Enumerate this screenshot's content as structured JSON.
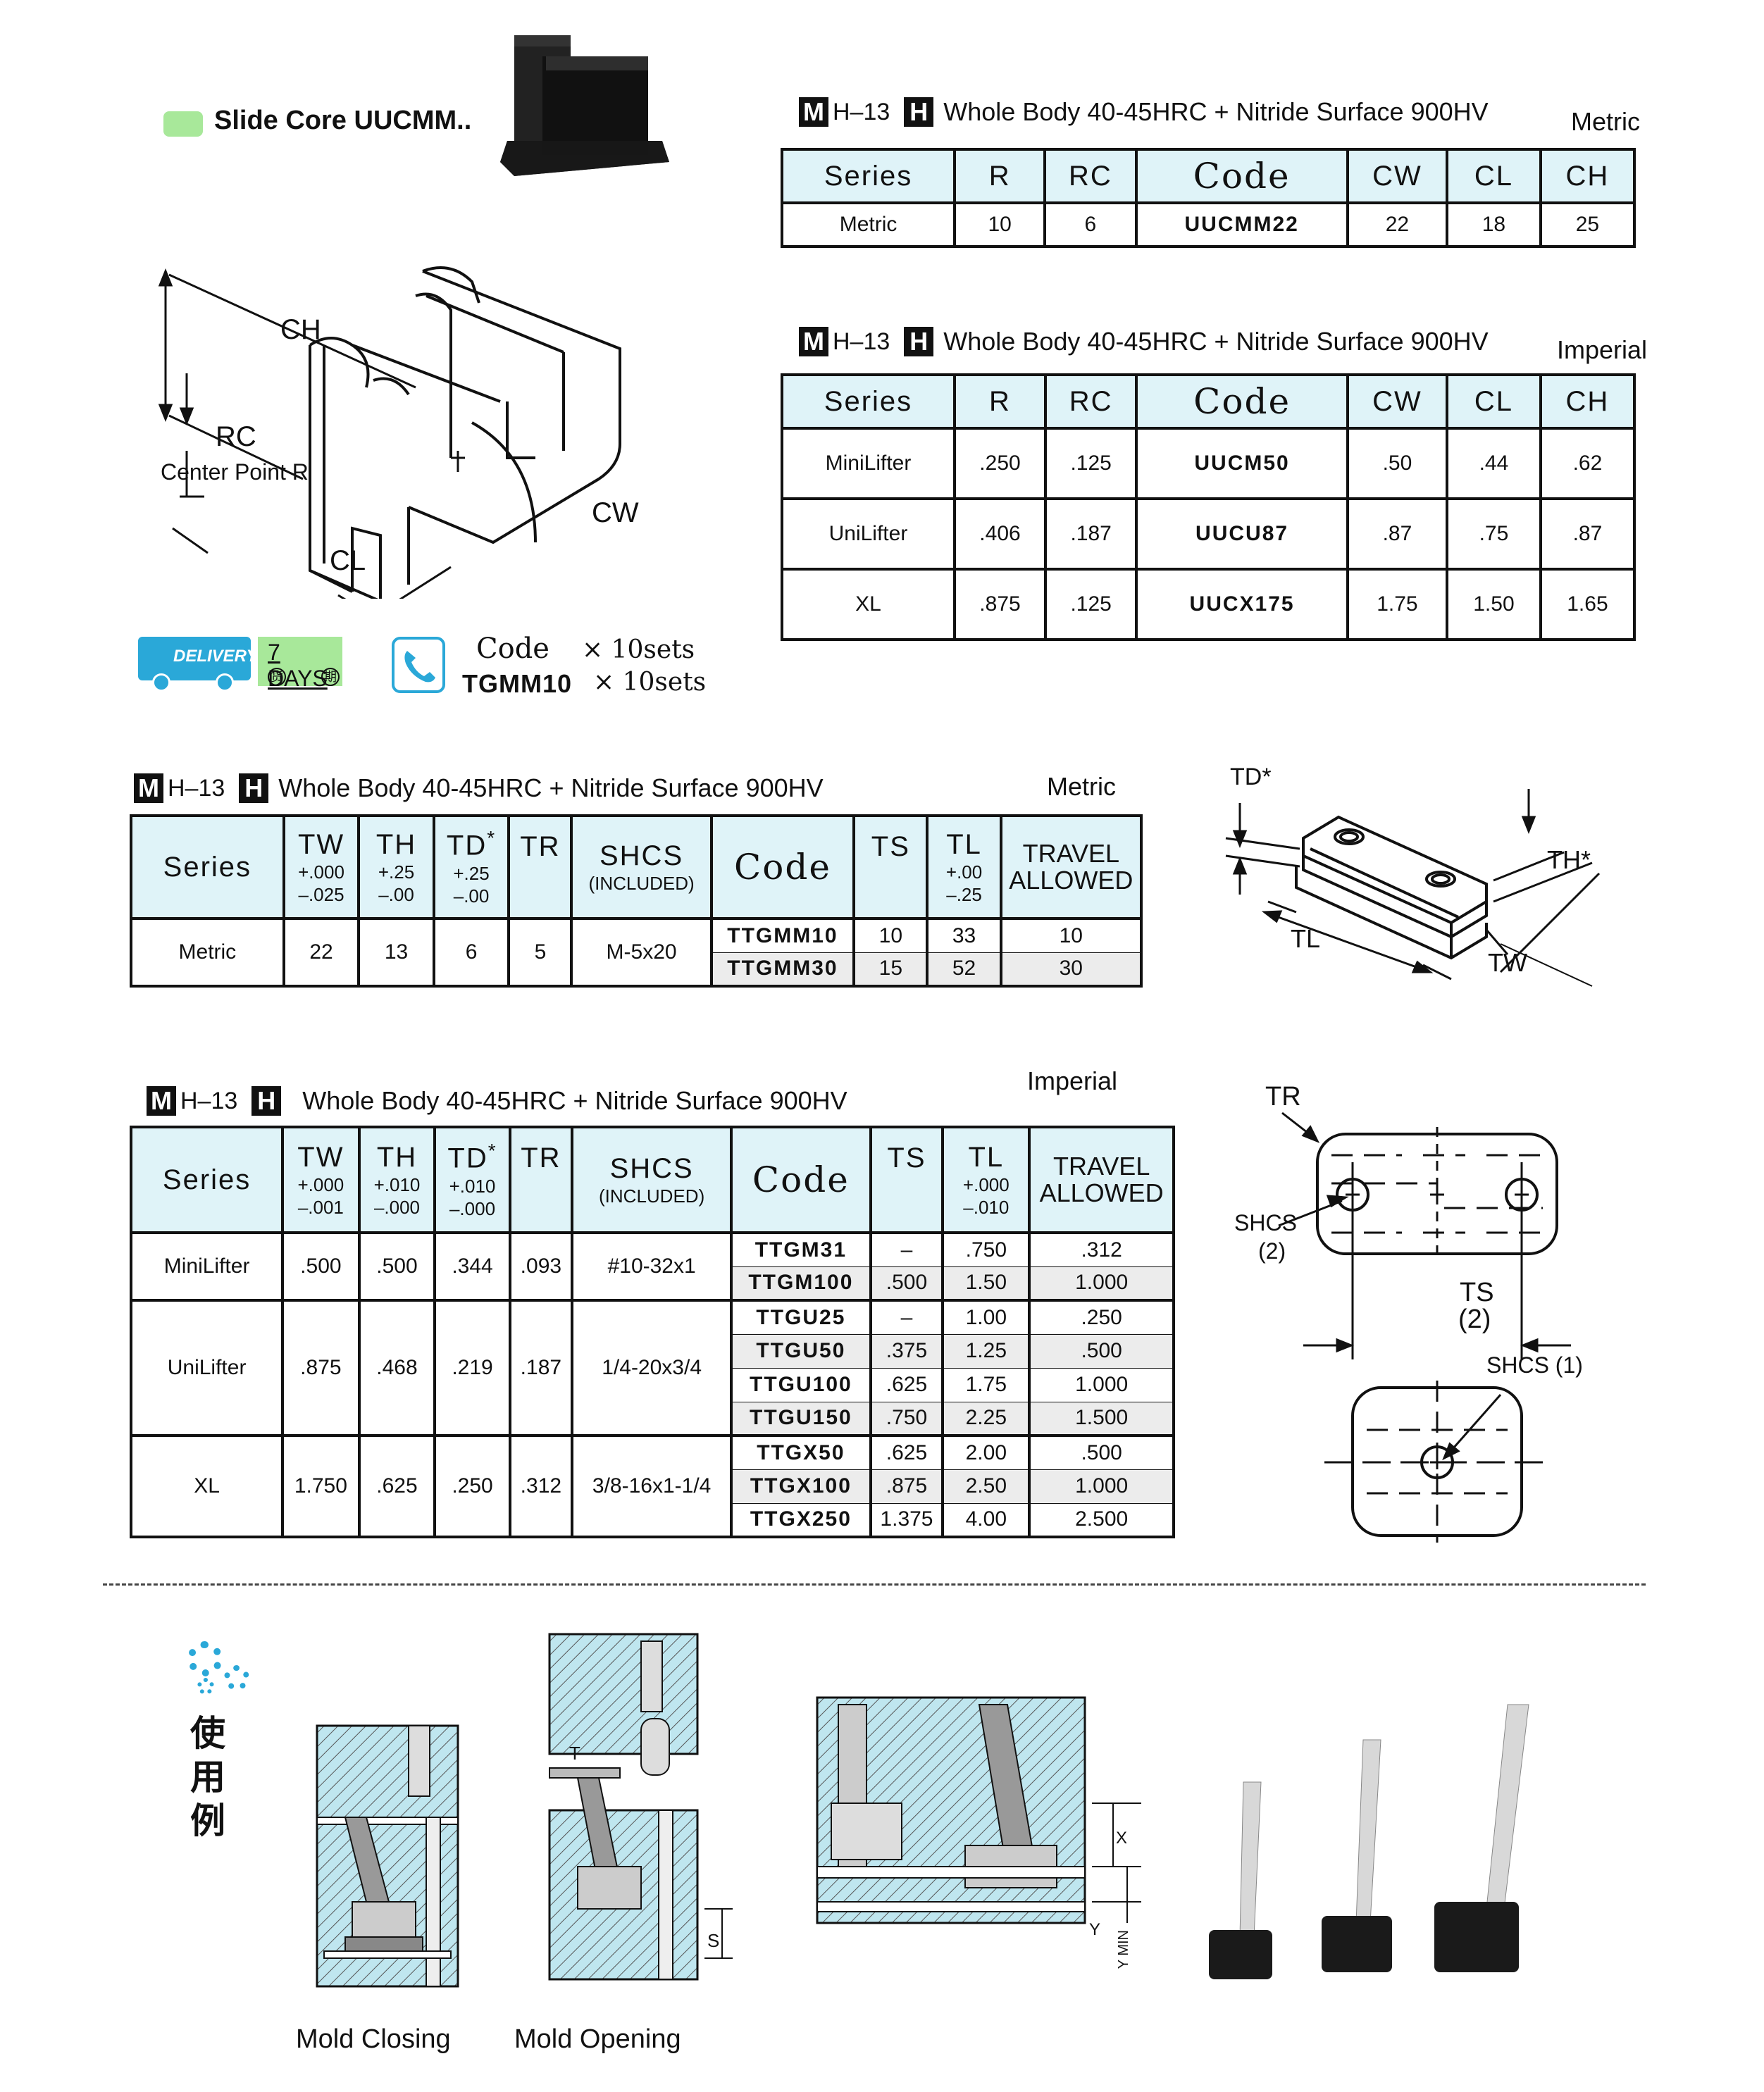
{
  "product": {
    "name": "Slide Core UUCMM.."
  },
  "header": {
    "m": "M",
    "hnum": "H–13",
    "h": "H",
    "text": "Whole Body 40-45HRC + Nitride Surface 900HV"
  },
  "core_metric": {
    "unit": "Metric",
    "cols": [
      "Series",
      "R",
      "RC",
      "Code",
      "CW",
      "CL",
      "CH"
    ],
    "rows": [
      [
        "Metric",
        "10",
        "6",
        "UUCMM22",
        "22",
        "18",
        "25"
      ]
    ]
  },
  "core_imperial": {
    "unit": "Imperial",
    "cols": [
      "Series",
      "R",
      "RC",
      "Code",
      "CW",
      "CL",
      "CH"
    ],
    "rows": [
      [
        "MiniLifter",
        ".250",
        ".125",
        "UUCM50",
        ".50",
        ".44",
        ".62"
      ],
      [
        "UniLifter",
        ".406",
        ".187",
        "UUCU87",
        ".87",
        ".75",
        ".87"
      ],
      [
        "XL",
        ".875",
        ".125",
        "UUCX175",
        "1.75",
        "1.50",
        "1.65"
      ]
    ]
  },
  "diagram_core": {
    "ch": "CH",
    "rc": "RC",
    "center": "Center Point R",
    "cw": "CW",
    "cl": "CL"
  },
  "delivery": {
    "badge": "DELIVERY",
    "days": "7 DAYS",
    "c1": "货",
    "c2": "期"
  },
  "order": {
    "code_label": "Code",
    "code": "TGMM10",
    "qty1": "× 10sets",
    "qty2": "× 10sets"
  },
  "tgm_metric": {
    "unit": "Metric",
    "series": "Series",
    "tw": "TW",
    "tw_tol": [
      "+.000",
      "–.025"
    ],
    "th": "TH",
    "th_tol": [
      "+.25",
      "–.00"
    ],
    "td": "TD",
    "td_star": "*",
    "td_tol": [
      "+.25",
      "–.00"
    ],
    "tr": "TR",
    "shcs": "SHCS",
    "shcs_sub": "(INCLUDED)",
    "code": "Code",
    "ts": "TS",
    "tl": "TL",
    "tl_tol": [
      "+.00",
      "–.25"
    ],
    "travel": "TRAVEL",
    "allowed": "ALLOWED",
    "groups": [
      {
        "series": "Metric",
        "tw": "22",
        "th": "13",
        "td": "6",
        "tr": "5",
        "shcs": "M-5x20",
        "rows": [
          [
            "TTGMM10",
            "10",
            "33",
            "10"
          ],
          [
            "TTGMM30",
            "15",
            "52",
            "30"
          ]
        ]
      }
    ]
  },
  "tgm_imperial": {
    "unit": "Imperial",
    "series": "Series",
    "tw": "TW",
    "tw_tol": [
      "+.000",
      "–.001"
    ],
    "th": "TH",
    "th_tol": [
      "+.010",
      "–.000"
    ],
    "td": "TD",
    "td_star": "*",
    "td_tol": [
      "+.010",
      "–.000"
    ],
    "tr": "TR",
    "shcs": "SHCS",
    "shcs_sub": "(INCLUDED)",
    "code": "Code",
    "ts": "TS",
    "tl": "TL",
    "tl_tol": [
      "+.000",
      "–.010"
    ],
    "travel": "TRAVEL",
    "allowed": "ALLOWED",
    "groups": [
      {
        "series": "MiniLifter",
        "tw": ".500",
        "th": ".500",
        "td": ".344",
        "tr": ".093",
        "shcs": "#10-32x1",
        "rows": [
          [
            "TTGM31",
            "–",
            ".750",
            ".312"
          ],
          [
            "TTGM100",
            ".500",
            "1.50",
            "1.000"
          ]
        ]
      },
      {
        "series": "UniLifter",
        "tw": ".875",
        "th": ".468",
        "td": ".219",
        "tr": ".187",
        "shcs": "1/4-20x3/4",
        "rows": [
          [
            "TTGU25",
            "–",
            "1.00",
            ".250"
          ],
          [
            "TTGU50",
            ".375",
            "1.25",
            ".500"
          ],
          [
            "TTGU100",
            ".625",
            "1.75",
            "1.000"
          ],
          [
            "TTGU150",
            ".750",
            "2.25",
            "1.500"
          ]
        ]
      },
      {
        "series": "XL",
        "tw": "1.750",
        "th": ".625",
        "td": ".250",
        "tr": ".312",
        "shcs": "3/8-16x1-1/4",
        "rows": [
          [
            "TTGX50",
            ".625",
            "2.00",
            ".500"
          ],
          [
            "TTGX100",
            ".875",
            "2.50",
            "1.000"
          ],
          [
            "TTGX250",
            "1.375",
            "4.00",
            "2.500"
          ]
        ]
      }
    ]
  },
  "diagram_gib": {
    "td": "TD*",
    "th": "TH*",
    "tl": "TL",
    "tw": "TW"
  },
  "diagram_top": {
    "tr": "TR",
    "shcs2": "SHCS",
    "shcs2_n": "(2)",
    "ts": "TS",
    "ts_n": "(2)",
    "shcs1": "SHCS (1)"
  },
  "usage": {
    "title": [
      "使",
      "用",
      "例"
    ],
    "closing": "Mold Closing",
    "opening": "Mold Opening",
    "t": "T",
    "s": "S",
    "x": "X",
    "y": "Y",
    "ymin": "Y MIN"
  },
  "colors": {
    "header_bg": "#dff3f8",
    "green": "#a8e89a",
    "cyan": "#2aa8d8",
    "hatch": "#bfe6ef"
  }
}
